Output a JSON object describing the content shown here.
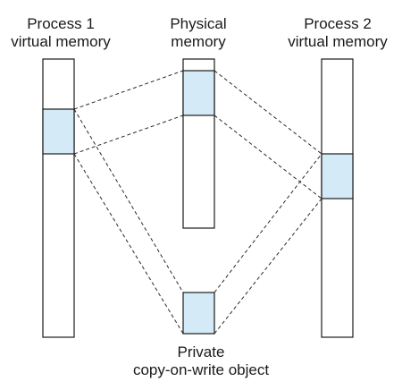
{
  "labels": {
    "process1": [
      "Process 1",
      "virtual memory"
    ],
    "physical": [
      "Physical",
      "memory"
    ],
    "process2": [
      "Process 2",
      "virtual memory"
    ],
    "private": [
      "Private",
      "copy-on-write object"
    ]
  },
  "colors": {
    "box_fill": "#ffffff",
    "page_fill": "#d4ebf7",
    "stroke": "#1a1a1a",
    "dash": "#2a2a2a"
  }
}
